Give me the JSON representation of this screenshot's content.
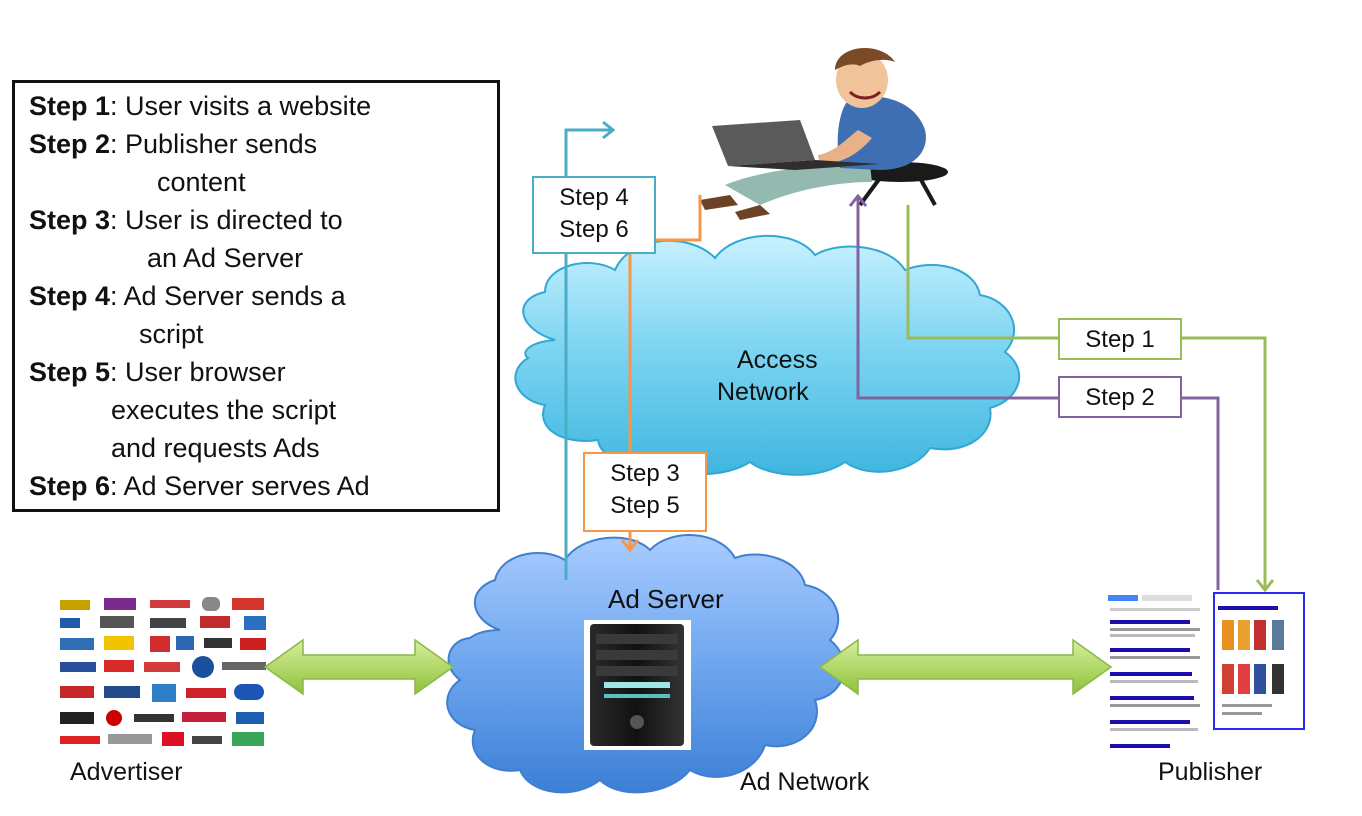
{
  "legend": {
    "steps": [
      {
        "key": "Step 1",
        "text": ": User visits a website",
        "cont": ""
      },
      {
        "key": "Step 2",
        "text": ": Publisher sends",
        "cont": "content"
      },
      {
        "key": "Step 3",
        "text": ": User is directed to",
        "cont": "an Ad Server"
      },
      {
        "key": "Step 4",
        "text": ": Ad Server sends a",
        "cont": "script"
      },
      {
        "key": "Step 5",
        "text": ": User browser",
        "cont": "executes the script",
        "cont2": "and requests Ads"
      },
      {
        "key": "Step 6",
        "text": ": Ad Server serves Ad",
        "cont": ""
      }
    ]
  },
  "labels": {
    "step46_a": "Step 4",
    "step46_b": "Step 6",
    "step35_a": "Step 3",
    "step35_b": "Step 5",
    "step1": "Step 1",
    "step2": "Step 2"
  },
  "nodes": {
    "access_network_1": "Access",
    "access_network_2": "Network",
    "ad_server": "Ad Server",
    "ad_network": "Ad Network",
    "advertiser": "Advertiser",
    "publisher": "Publisher"
  },
  "colors": {
    "blue_arrow": "#4bacc6",
    "orange_arrow": "#f79646",
    "green_arrow": "#9bbb59",
    "purple_arrow": "#8064a2",
    "cloud_light": "#6fd0ee",
    "cloud_ad": "#6aa3ea"
  }
}
